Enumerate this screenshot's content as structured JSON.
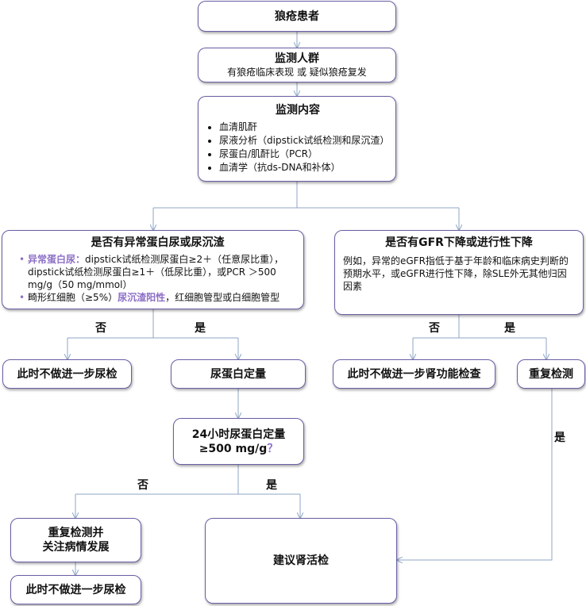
{
  "colors": {
    "box_border": "#6b5fa6",
    "connector": "#8fa6c4",
    "highlight": "#8c6fc6"
  },
  "nodes": {
    "sle_patient": {
      "title": "狼疮患者"
    },
    "monitor_population": {
      "title": "监测人群",
      "subtitle": "有狼疮临床表现 或 疑似狼疮复发"
    },
    "monitor_content": {
      "title": "监测内容",
      "items": [
        "血清肌酐",
        "尿液分析（dipstick试纸检测和尿沉渣）",
        "尿蛋白/肌酐比（PCR）",
        "血清学（抗ds-DNA和补体）"
      ]
    },
    "abnormal_urine": {
      "title": "是否有异常蛋白尿或尿沉渣",
      "item1_highlight": "异常蛋白尿：",
      "item1_text": "dipstick试纸检测尿蛋白≥2＋（任意尿比重），dipstick试纸检测尿蛋白≥1＋（低尿比重），或PCR ＞500 mg/g（50 mg/mmol）",
      "item2_prefix": "畸形红细胞（≥5%）",
      "item2_highlight": "尿沉渣阳性",
      "item2_suffix": "，红细胞管型或白细胞管型"
    },
    "gfr_decline": {
      "title": "是否有GFR下降或进行性下降",
      "text": "例如，异常的eGFR指低于基于年龄和临床病史判断的预期水平，或eGFR进行性下降，除SLE外无其他归因因素"
    },
    "no_further_urine_1": {
      "title": "此时不做进一步尿检"
    },
    "quantify_protein": {
      "title": "尿蛋白定量"
    },
    "no_further_renal": {
      "title": "此时不做进一步肾功能检查"
    },
    "repeat_test": {
      "title": "重复检测"
    },
    "protein_24h": {
      "line1": "24小时尿蛋白定量",
      "line2": "≥500 mg/g",
      "qmark": "？"
    },
    "repeat_follow": {
      "line1": "重复检测并",
      "line2": "关注病情发展"
    },
    "renal_biopsy": {
      "title": "建议肾活检"
    },
    "no_further_urine_2": {
      "title": "此时不做进一步尿检"
    }
  },
  "edge_labels": {
    "urine_no": "否",
    "urine_yes": "是",
    "gfr_no": "否",
    "gfr_yes": "是",
    "repeat_yes": "是",
    "protein_no": "否",
    "protein_yes": "是"
  }
}
